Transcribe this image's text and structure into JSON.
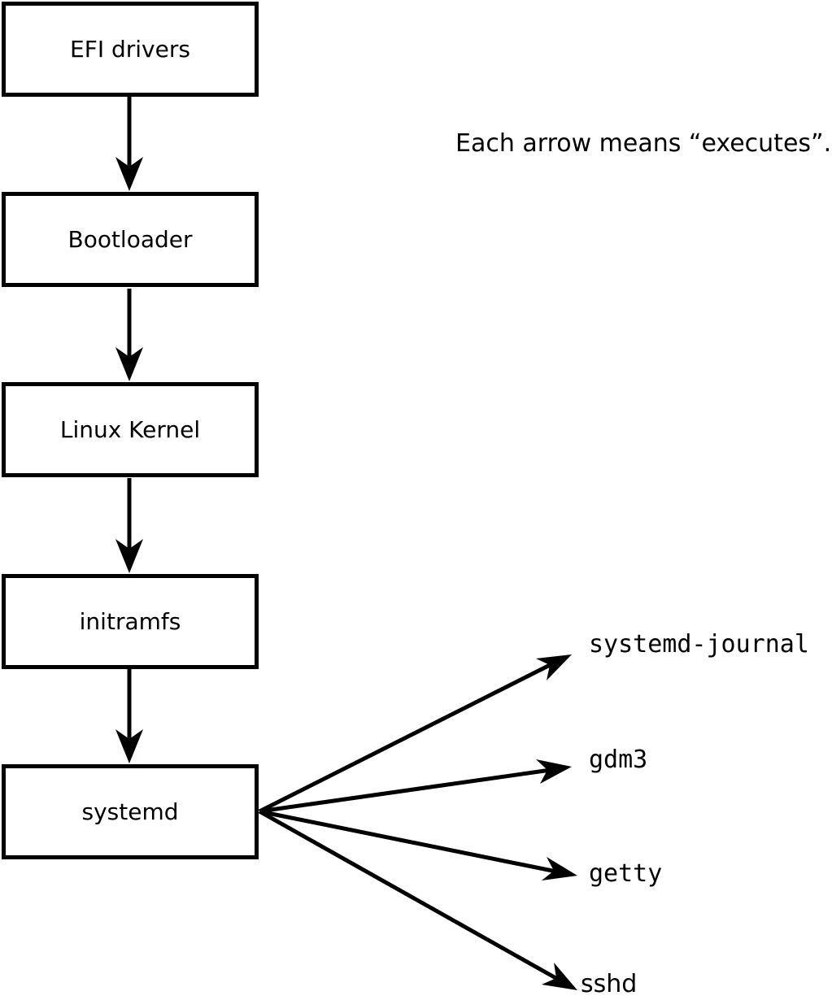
{
  "note": {
    "text": "Each arrow means “executes”."
  },
  "chain": [
    {
      "label": "EFI drivers"
    },
    {
      "label": "Bootloader"
    },
    {
      "label": "Linux Kernel"
    },
    {
      "label": "initramfs"
    },
    {
      "label": "systemd"
    }
  ],
  "targets": [
    {
      "label": "systemd-journal"
    },
    {
      "label": "gdm3"
    },
    {
      "label": "getty"
    },
    {
      "label": "sshd"
    }
  ],
  "colors": {
    "line": "#000000",
    "box_fill": "#ffffff",
    "background": "#ffffff"
  }
}
